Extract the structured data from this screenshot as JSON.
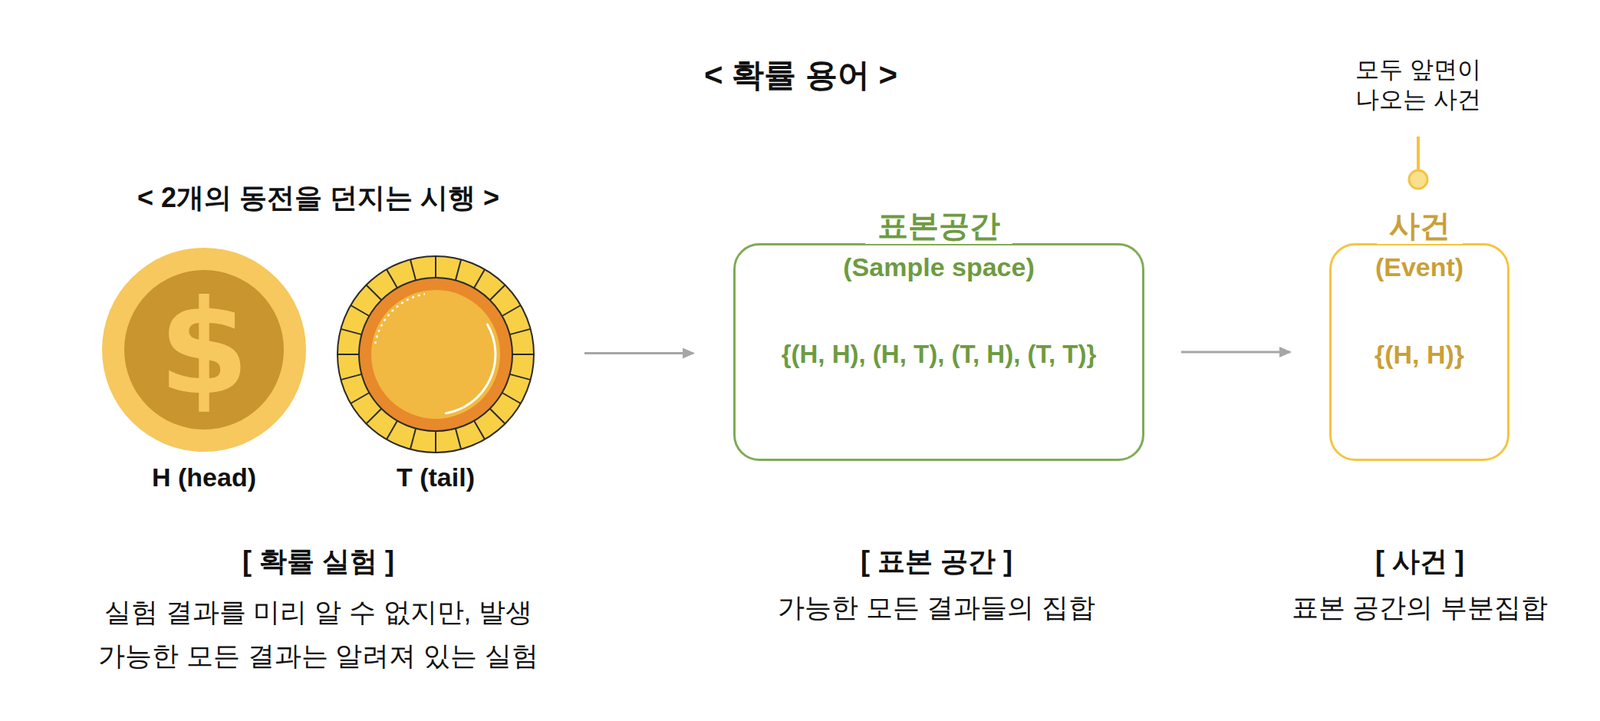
{
  "diagram": {
    "title": "< 확률 용어 >",
    "nodes": [
      {
        "text": [
          "$",
          "H (head)"
        ]
      },
      {
        "text": [
          "T (tail)"
        ]
      },
      {
        "text": [
          "표본공간",
          "(Sample space)",
          "{(H, H), (H, T), (T, H), (T, T)}"
        ]
      },
      {
        "text": [
          "사건",
          "(Event)",
          "{(H, H)}"
        ]
      }
    ],
    "edges": [
      {
        "from": 1,
        "to": 2,
        "arrow": "to"
      },
      {
        "from": 2,
        "to": 3,
        "arrow": "to"
      }
    ],
    "labels": [
      "< 2개의 동전을 던지는 시행 >",
      "[ 확률 실험 ]",
      "실험 결과를 미리 알 수 없지만, 발생 가능한 모든 결과는 알려져 있는 실험",
      "[ 표본 공간 ]",
      "가능한 모든 결과들의 집합",
      "[ 사건 ]",
      "표본 공간의 부분집합",
      "모두 앞면이 나오는 사건"
    ]
  }
}
